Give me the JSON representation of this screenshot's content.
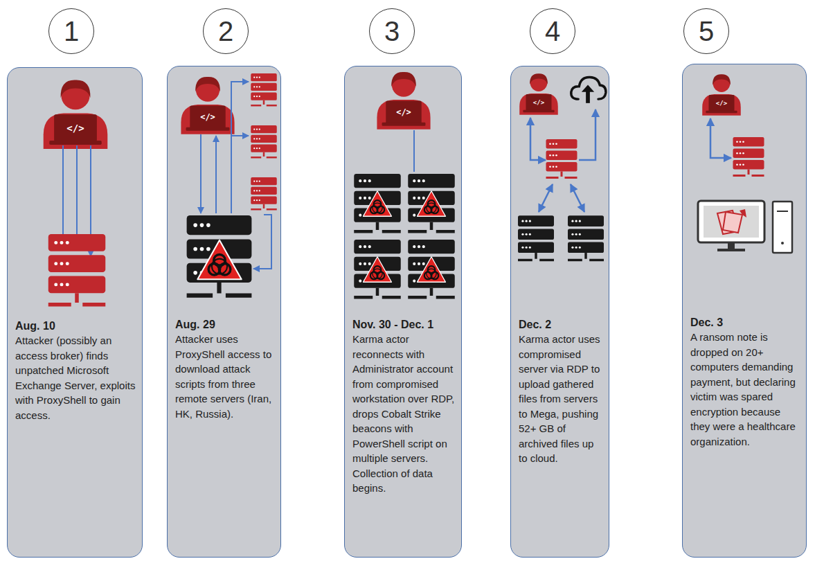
{
  "diagram": {
    "nodes": [
      {
        "text": [
          "1"
        ]
      },
      {
        "text": [
          "Aug. 10",
          "Attacker (possibly an access broker) finds unpatched Microsoft Exchange Server, exploits with ProxyShell to gain access."
        ]
      },
      {
        "text": [
          "2"
        ]
      },
      {
        "text": [
          "Aug. 29",
          "Attacker uses ProxyShell access to download attack scripts from three remote servers (Iran, HK, Russia)."
        ]
      },
      {
        "text": [
          "3"
        ]
      },
      {
        "text": [
          "Nov. 30 - Dec. 1",
          "Karma actor reconnects with Administrator account from compromised workstation over RDP, drops Cobalt Strike beacons with PowerShell script on multiple servers. Collection of data begins."
        ]
      },
      {
        "text": [
          "4"
        ]
      },
      {
        "text": [
          "Dec. 2",
          "Karma actor uses compromised server via RDP to upload gathered files from servers to Mega, pushing 52+ GB of archived files up to cloud."
        ]
      },
      {
        "text": [
          "5"
        ]
      },
      {
        "text": [
          "Dec. 3",
          "A ransom note is dropped on 20+ computers demanding payment, but declaring victim was spared encryption because they were a healthcare organization."
        ]
      }
    ],
    "labels": [
      "</>",
      "</>",
      "</>",
      "</>",
      "</>"
    ]
  }
}
